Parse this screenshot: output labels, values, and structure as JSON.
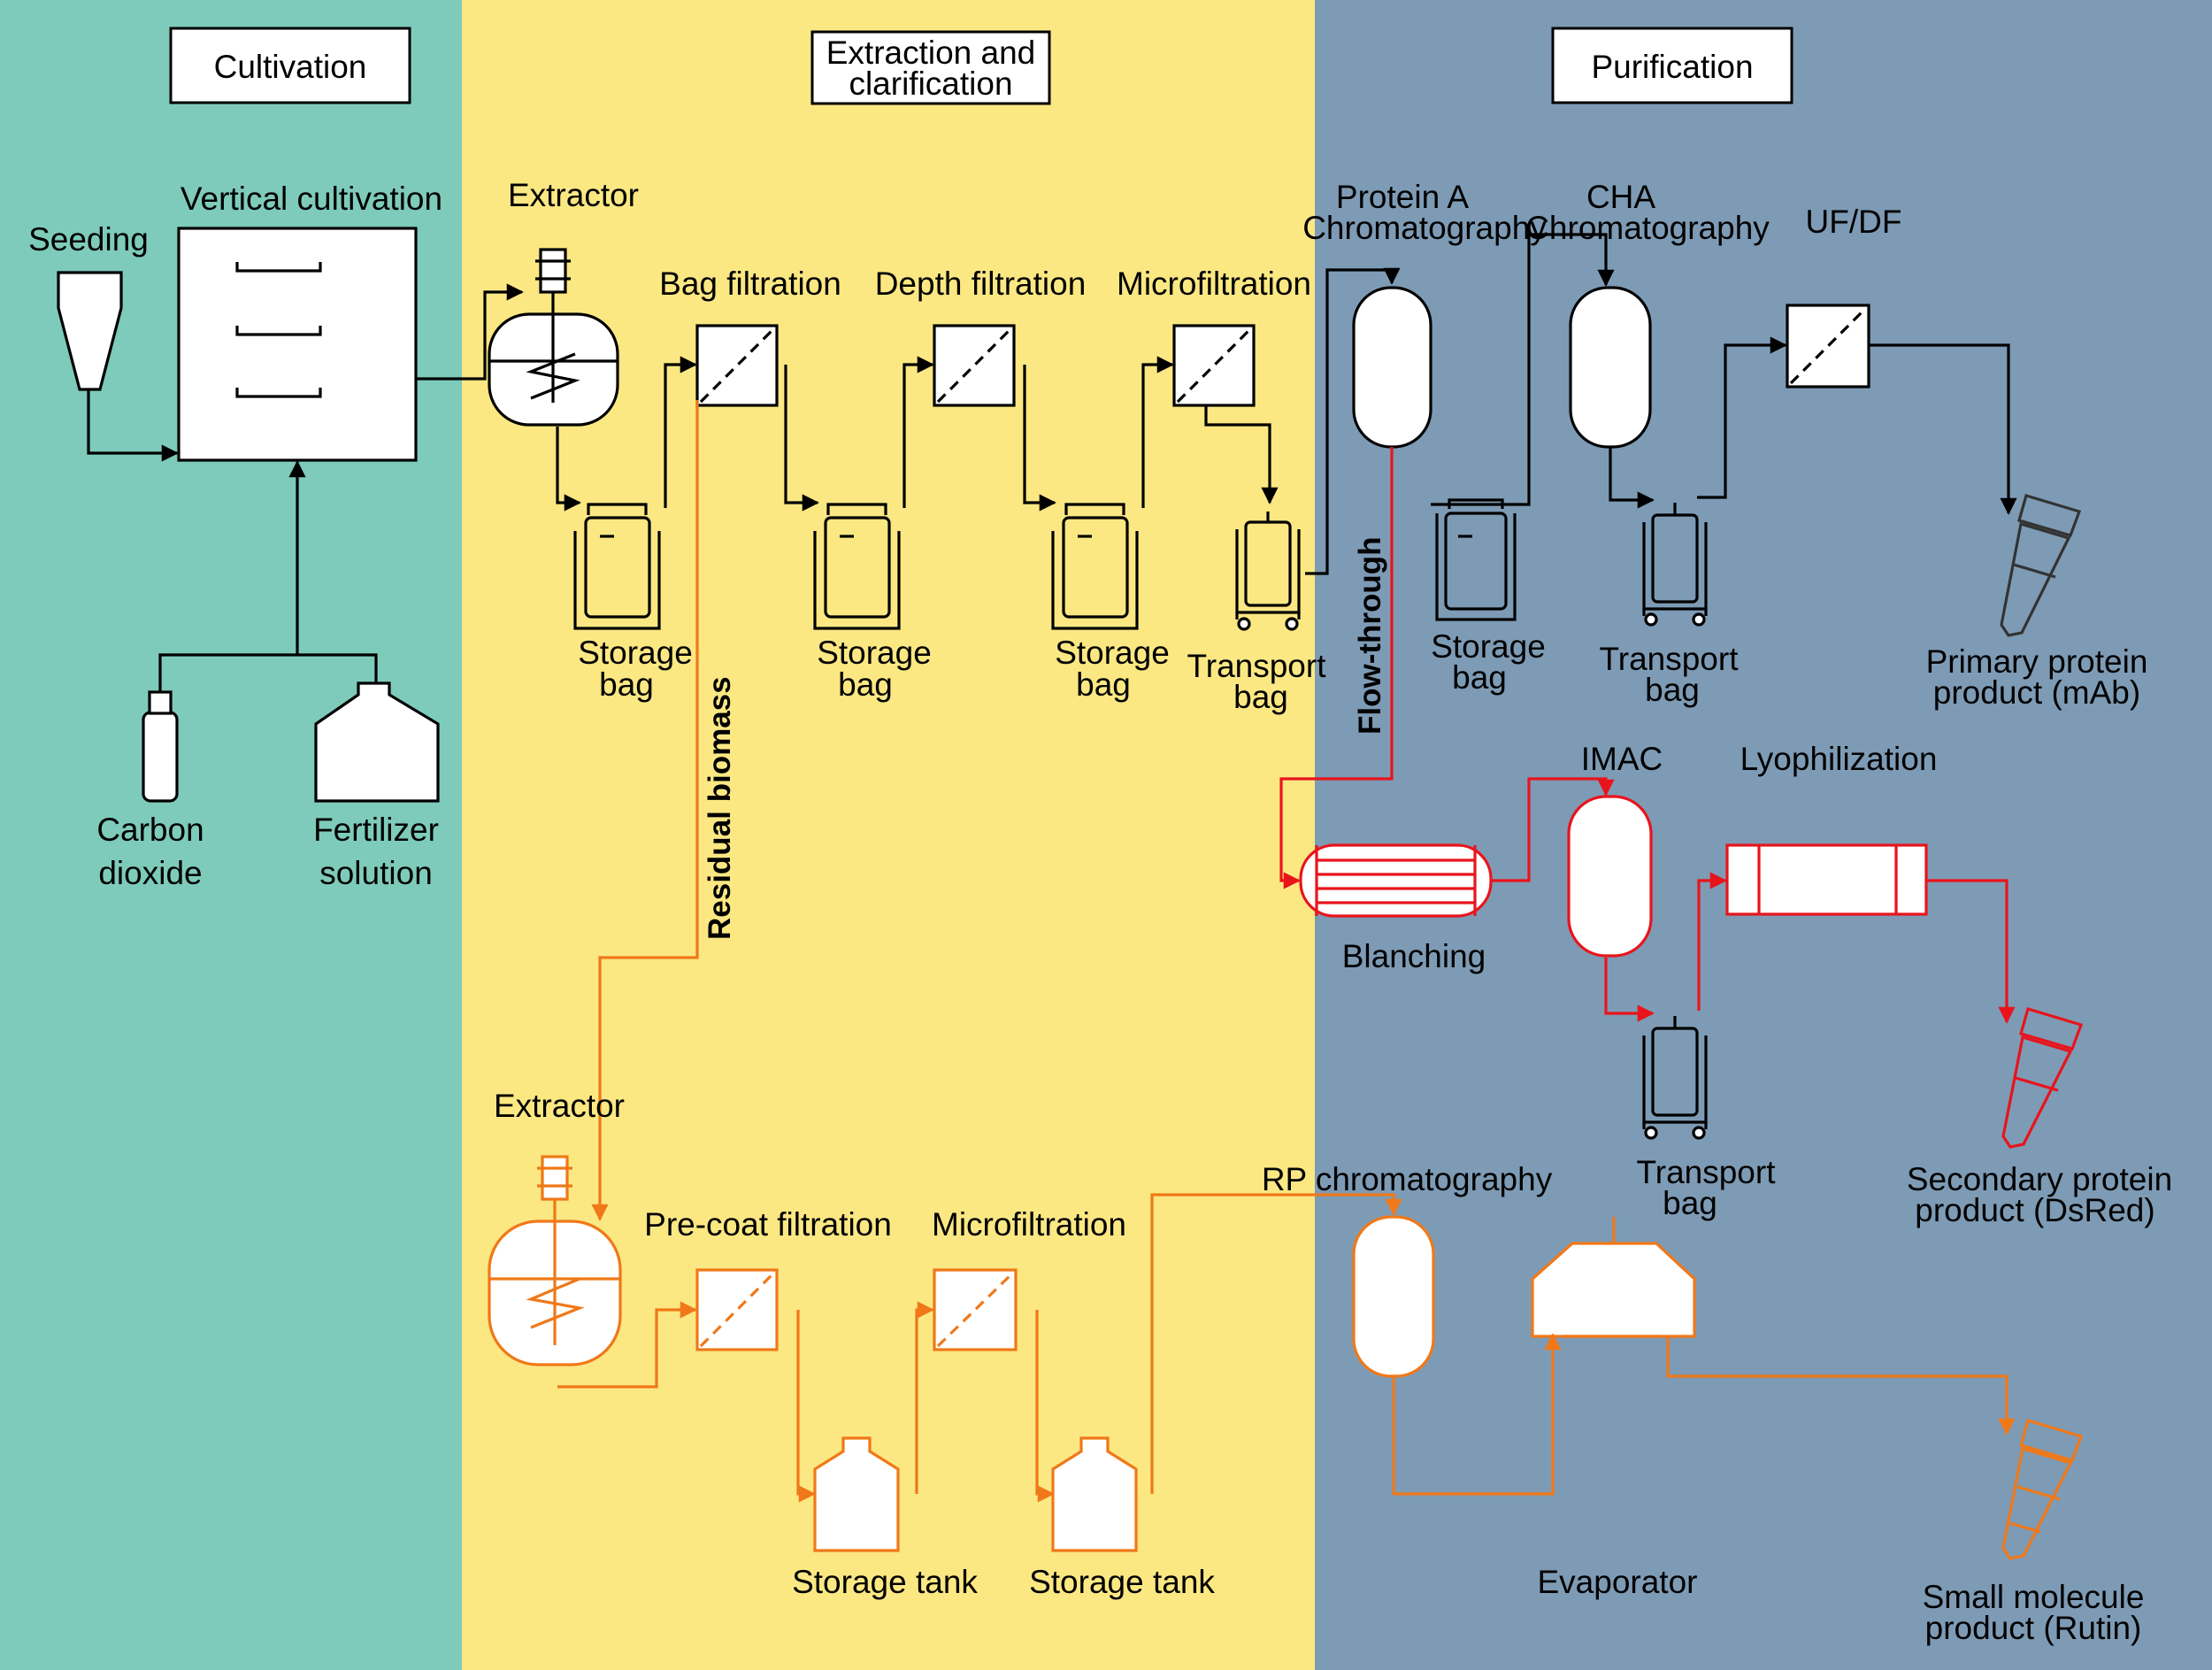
{
  "colors": {
    "cultivation_bg": "#7ecbbb",
    "extraction_bg": "#fbe883",
    "purification_bg": "#7e9bb5",
    "primary_stream": "#000000",
    "secondary_stream": "#e8141c",
    "small_molecule_stream": "#f07818"
  },
  "sections": {
    "cultivation": "Cultivation",
    "extraction_line1": "Extraction and",
    "extraction_line2": "clarification",
    "purification": "Purification"
  },
  "labels": {
    "seeding": "Seeding",
    "vertical_cultivation": "Vertical cultivation",
    "carbon_line1": "Carbon",
    "carbon_line2": "dioxide",
    "fertilizer_line1": "Fertilizer",
    "fertilizer_line2": "solution",
    "extractor_top": "Extractor",
    "bag_filtration": "Bag filtration",
    "depth_filtration": "Depth filtration",
    "microfiltration_top": "Microfiltration",
    "storage_bag_line1": "Storage",
    "storage_bag_line2": "bag",
    "transport_bag_line1": "Transport",
    "transport_bag_line2": "bag",
    "protein_a_line1": "Protein A",
    "protein_a_line2": "Chromatography",
    "cha_line1": "CHA",
    "cha_line2": "Chromatography",
    "ufdf": "UF/DF",
    "primary_line1": "Primary protein",
    "primary_line2": "product (mAb)",
    "flow_through": "Flow-through",
    "residual_biomass": "Residual biomass",
    "imac": "IMAC",
    "lyophilization": "Lyophilization",
    "blanching": "Blanching",
    "secondary_line1": "Secondary protein",
    "secondary_line2": "product (DsRed)",
    "extractor_bottom": "Extractor",
    "precoat_filtration": "Pre-coat filtration",
    "microfiltration_bottom": "Microfiltration",
    "rp_chromatography": "RP chromatography",
    "storage_tank": "Storage tank",
    "evaporator": "Evaporator",
    "small_line1": "Small molecule",
    "small_line2": "product (Rutin)"
  }
}
